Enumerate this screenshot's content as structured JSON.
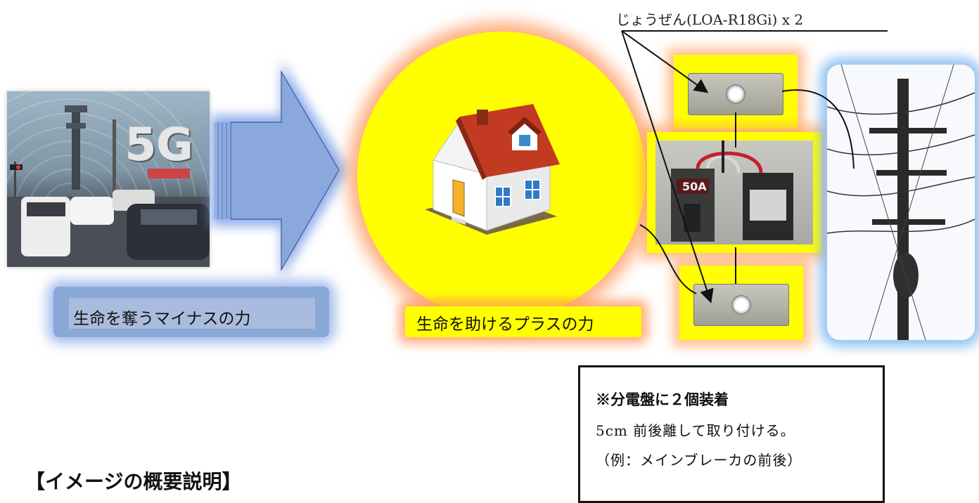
{
  "photo": {
    "badge_5g": "5G"
  },
  "labels": {
    "minus_force": "生命を奪うマイナスの力",
    "plus_force": "生命を助けるプラスの力"
  },
  "device_caption": "じょうぜん(LOA-R18Gi) x 2",
  "breaker": {
    "rating": "50A"
  },
  "note": {
    "title": "※分電盤に２個装着",
    "line1": "5cm 前後離して取り付ける。",
    "line2": "（例：メインブレーカの前後）"
  },
  "section_heading": "【イメージの概要説明】",
  "colors": {
    "circle": "#ffff00",
    "orange_glow": "#ff9a5a",
    "blue_glow": "#7da0e6",
    "arrow_fill": "#8ba8dc"
  }
}
